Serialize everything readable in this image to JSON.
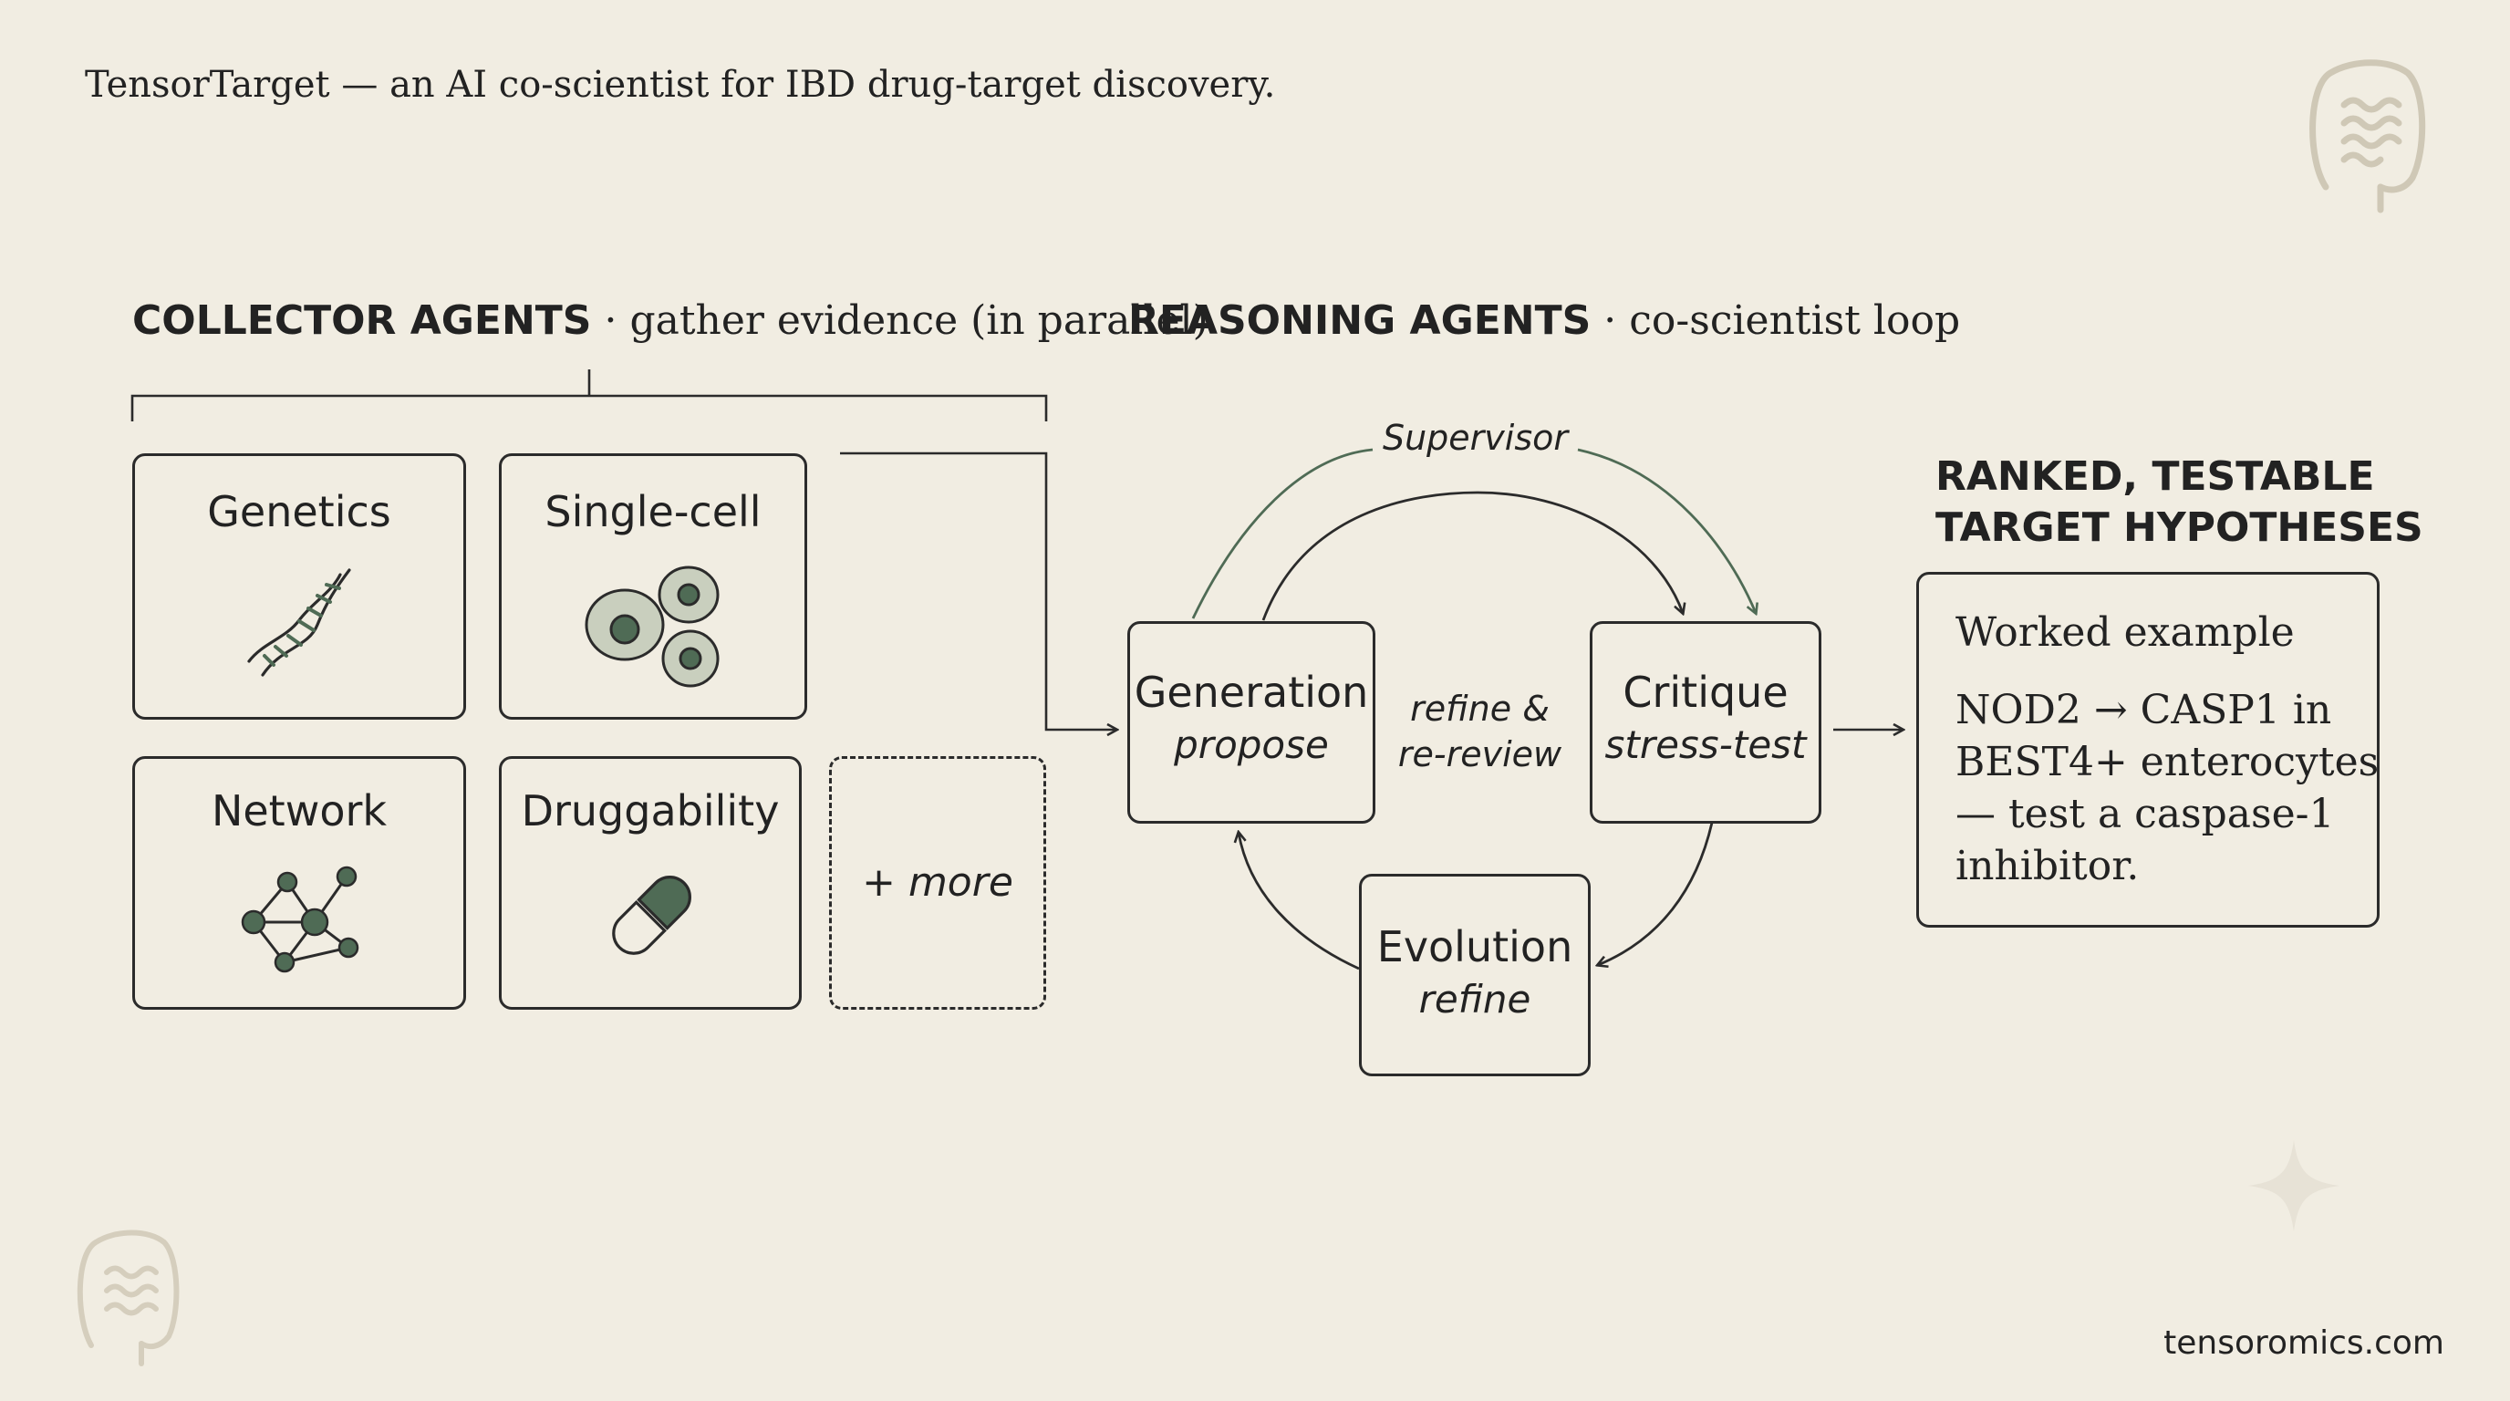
{
  "header": {
    "tagline": "TensorTarget — an AI co-scientist for IBD drug-target discovery."
  },
  "collector": {
    "heading_bold": "COLLECTOR AGENTS",
    "heading_rest": " · gather evidence (in parallel)",
    "cards": [
      {
        "label": "Genetics",
        "icon": "dna-icon"
      },
      {
        "label": "Single-cell",
        "icon": "cells-icon"
      },
      {
        "label": "Network",
        "icon": "network-icon"
      },
      {
        "label": "Druggability",
        "icon": "pill-icon"
      },
      {
        "label": "+ more",
        "icon": ""
      }
    ]
  },
  "reasoning": {
    "heading_bold": "REASONING AGENTS",
    "heading_rest": " · co-scientist loop",
    "supervisor": "Supervisor",
    "loop_label_1": "refine &",
    "loop_label_2": "re-review",
    "generation": {
      "title": "Generation",
      "sub": "propose"
    },
    "critique": {
      "title": "Critique",
      "sub": "stress-test"
    },
    "evolution": {
      "title": "Evolution",
      "sub": "refine"
    }
  },
  "output": {
    "heading_line1": "RANKED, TESTABLE",
    "heading_line2": "TARGET HYPOTHESES",
    "example_title": "Worked example",
    "example_lines": [
      "NOD2 → CASP1 in",
      "BEST4+ enterocytes",
      "— test a caspase-1",
      "inhibitor."
    ]
  },
  "footer": {
    "site": "tensoromics.com"
  },
  "colors": {
    "background": "#f1ede2",
    "ink": "#2b2b2b",
    "accent_green": "#4f6b55",
    "cell_fill": "#c9cfbe"
  }
}
